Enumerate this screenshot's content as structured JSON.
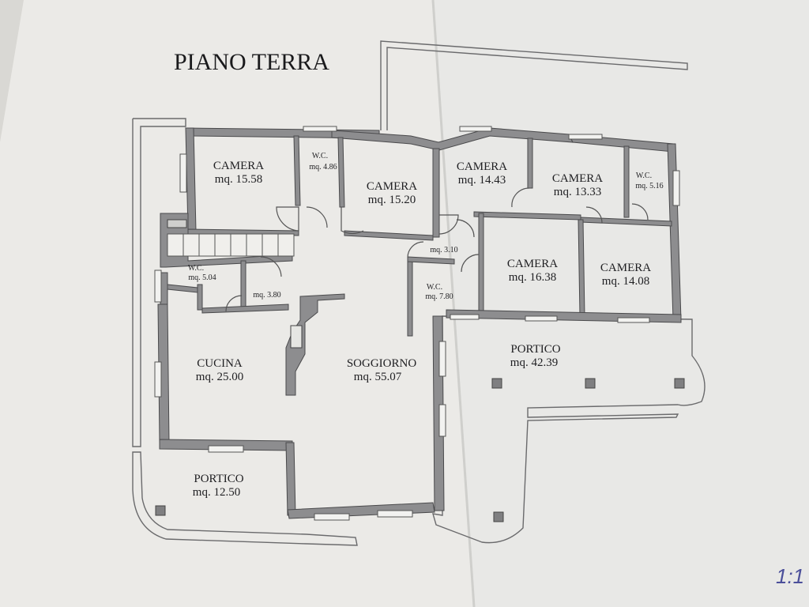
{
  "title": "PIANO TERRA",
  "scale_note": "1:1",
  "rooms": [
    {
      "id": "camera-1",
      "name": "CAMERA",
      "area": "mq. 15.58"
    },
    {
      "id": "wc-1",
      "name": "W.C.",
      "area": "mq. 4.86"
    },
    {
      "id": "camera-2",
      "name": "CAMERA",
      "area": "mq. 15.20"
    },
    {
      "id": "camera-3",
      "name": "CAMERA",
      "area": "mq. 14.43"
    },
    {
      "id": "camera-4",
      "name": "CAMERA",
      "area": "mq. 13.33"
    },
    {
      "id": "wc-2",
      "name": "W.C.",
      "area": "mq. 5.16"
    },
    {
      "id": "disimpegno-1",
      "name": "",
      "area": "mq. 3.10"
    },
    {
      "id": "wc-3",
      "name": "W.C.",
      "area": "mq. 5.04"
    },
    {
      "id": "ripostiglio",
      "name": "",
      "area": "mq. 3.80"
    },
    {
      "id": "wc-4",
      "name": "W.C.",
      "area": "mq. 7.80"
    },
    {
      "id": "camera-5",
      "name": "CAMERA",
      "area": "mq. 16.38"
    },
    {
      "id": "camera-6",
      "name": "CAMERA",
      "area": "mq. 14.08"
    },
    {
      "id": "cucina",
      "name": "CUCINA",
      "area": "mq. 25.00"
    },
    {
      "id": "soggiorno",
      "name": "SOGGIORNO",
      "area": "mq. 55.07"
    },
    {
      "id": "portico-1",
      "name": "PORTICO",
      "area": "mq. 42.39"
    },
    {
      "id": "portico-2",
      "name": "PORTICO",
      "area": "mq. 12.50"
    }
  ],
  "colors": {
    "paper": "#ecebe8",
    "wall": "#8d8d8f",
    "text": "#1f1f22",
    "table": "#7a6450"
  }
}
